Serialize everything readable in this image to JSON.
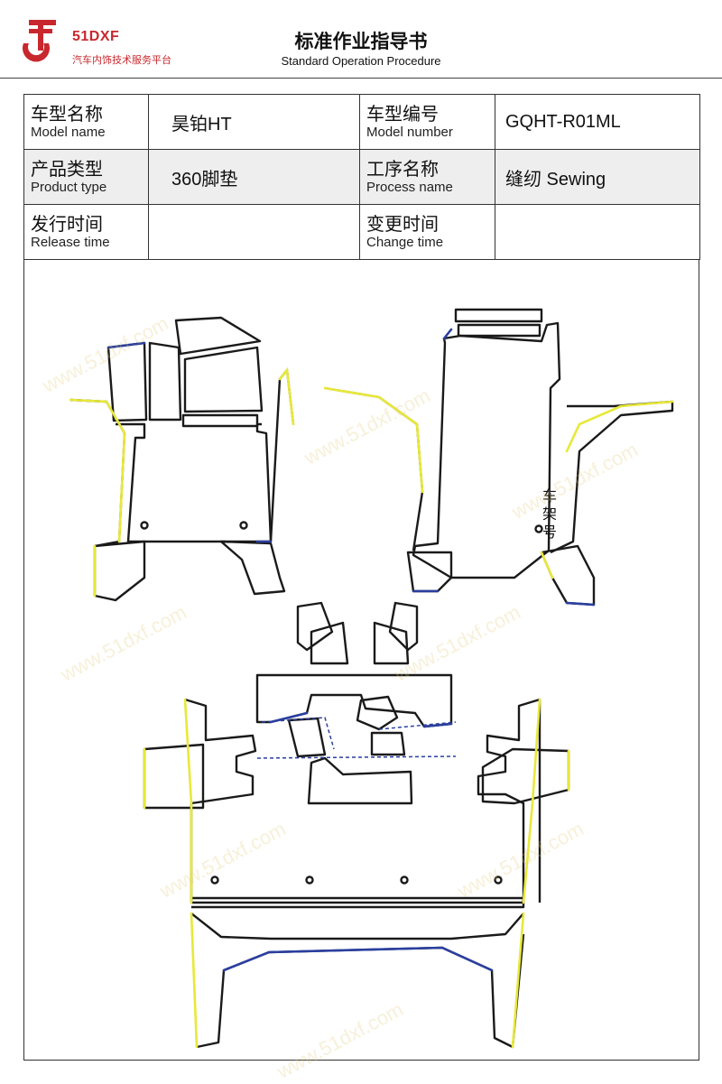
{
  "header": {
    "brand": "51DXF",
    "brand_subtitle": "汽车内饰技术服务平台",
    "title": "标准作业指导书",
    "subtitle": "Standard Operation Procedure"
  },
  "info_table": {
    "model_name_cn": "车型名称",
    "model_name_en": "Model name",
    "model_name_value": "昊铂HT",
    "model_number_cn": "车型编号",
    "model_number_en": "Model number",
    "model_number_value": "GQHT-R01ML",
    "product_type_cn": "产品类型",
    "product_type_en": "Product type",
    "product_type_value": "360脚垫",
    "process_name_cn": "工序名称",
    "process_name_en": "Process name",
    "process_name_value": "缝纫 Sewing",
    "release_time_cn": "发行时间",
    "release_time_en": "Release time",
    "release_time_value": "",
    "change_time_cn": "变更时间",
    "change_time_en": "Change time",
    "change_time_value": ""
  },
  "diagram": {
    "frame_number_note": "车架号",
    "colors": {
      "outline": "#1a1a1a",
      "edge_yellow": "#e8e83a",
      "edge_blue": "#2a3fa0"
    }
  },
  "watermark": {
    "text": "www.51dxf.com"
  }
}
